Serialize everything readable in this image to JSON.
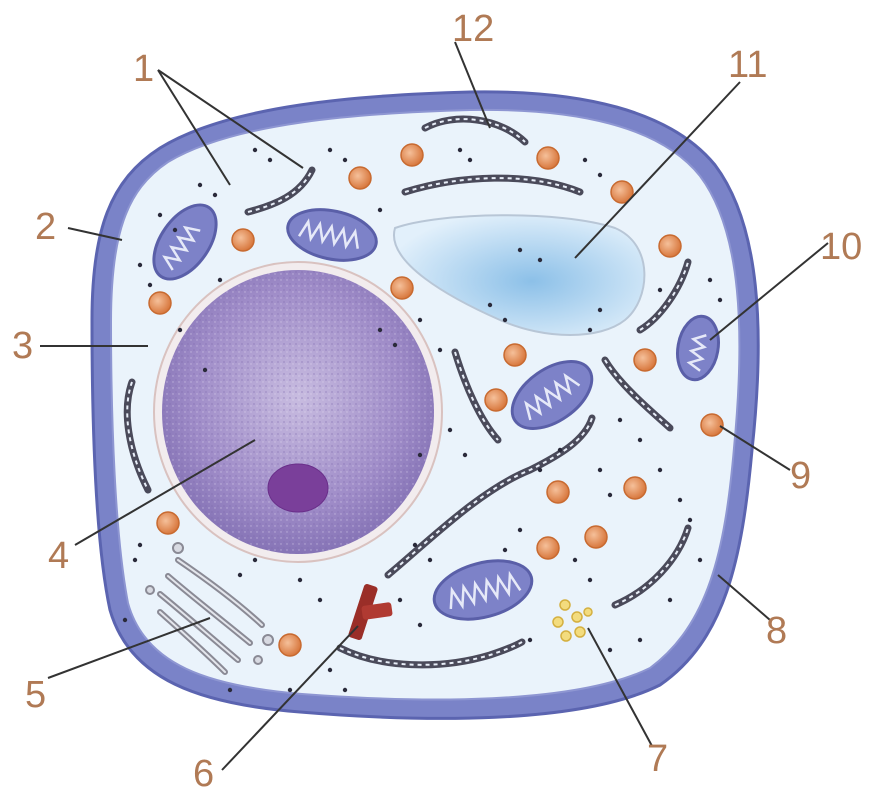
{
  "labels": [
    "1",
    "2",
    "3",
    "4",
    "5",
    "6",
    "7",
    "8",
    "9",
    "10",
    "11",
    "12"
  ],
  "colors": {
    "label": "#b07a55",
    "membrane": "#6f78c4",
    "cytoplasm": "#eaf3fb",
    "nucleus": "#9a86c4",
    "nucleolus": "#7a3f9a",
    "mitochondria": "#7d82c8",
    "vacuole": "#a8d0f0",
    "ribosome_vesicle": "#e08a55",
    "er": "#4a4a5a",
    "golgi": "#8a8a95",
    "centriole": "#9a2e28",
    "leader": "#333333"
  }
}
